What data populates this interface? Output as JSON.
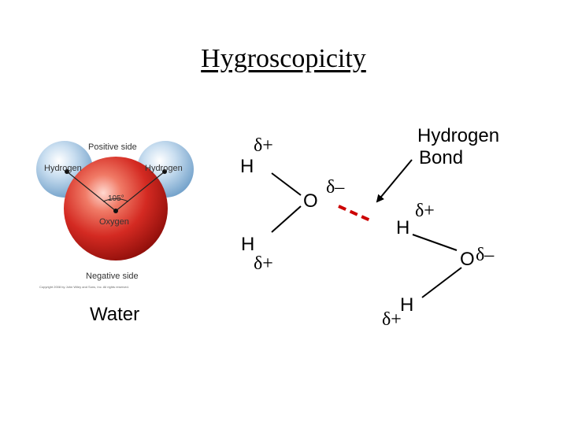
{
  "title": "Hygroscopicity",
  "molecule": {
    "positive_side": "Positive side",
    "negative_side": "Negative side",
    "hydrogen_left": "Hydrogen",
    "hydrogen_right": "Hydrogen",
    "oxygen": "Oxygen",
    "angle": "105°",
    "copyright": "Copyright 2008 by John Wiley and Sons, Inc. All rights reserved.",
    "caption": "Water",
    "colors": {
      "oxygen": "#d42a22",
      "hydrogen": "#9fc3e0"
    }
  },
  "bond_diagram": {
    "label_line1": "Hydrogen",
    "label_line2": "Bond",
    "atoms": {
      "h1": "H",
      "h2": "H",
      "o1": "O",
      "h3": "H",
      "o2": "O",
      "h4": "H"
    },
    "charges": {
      "h1": "δ+",
      "h2": "δ+",
      "o1": "δ–",
      "h3": "δ+",
      "o2": "δ–",
      "h4": "δ+"
    },
    "bond_color": "#cc0000"
  }
}
